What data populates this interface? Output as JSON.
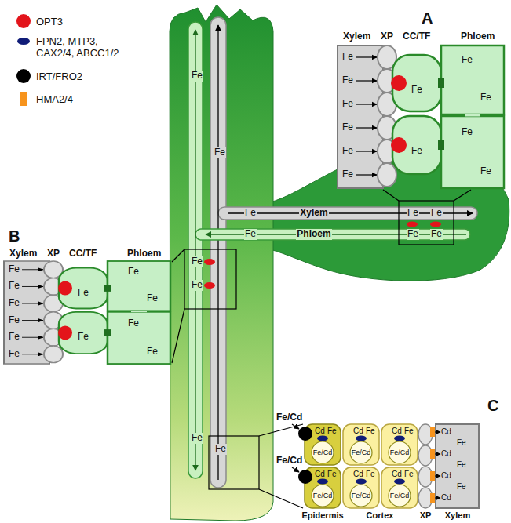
{
  "diagram": {
    "nodes": [
      {
        "text": [
          "Fe",
          "Fe",
          "Fe",
          "Fe",
          "Fe",
          "Fe"
        ]
      },
      {
        "text": [
          "Fe"
        ]
      },
      {
        "text": [
          "Fe"
        ]
      },
      {
        "text": [
          "Fe",
          "Fe"
        ]
      },
      {
        "text": [
          "Fe",
          "Fe"
        ]
      },
      {
        "text": [
          "Fe",
          "Fe",
          "Fe",
          "Fe",
          "Fe",
          "Fe"
        ]
      },
      {
        "text": [
          "Fe"
        ]
      },
      {
        "text": [
          "Fe"
        ]
      },
      {
        "text": [
          "Fe",
          "Fe"
        ]
      },
      {
        "text": [
          "Fe",
          "Fe"
        ]
      },
      {
        "text": [
          "Cd",
          "Fe"
        ]
      },
      {
        "text": [
          "Fe/Cd"
        ],
        "in": 10
      },
      {
        "text": [
          "Cd",
          "Fe"
        ]
      },
      {
        "text": [
          "Fe/Cd"
        ],
        "in": 12
      },
      {
        "text": [
          "Cd",
          "Fe"
        ]
      },
      {
        "text": [
          "Fe/Cd"
        ],
        "in": 14
      },
      {
        "text": [
          "Cd",
          "Fe"
        ]
      },
      {
        "text": [
          "Fe/Cd"
        ],
        "in": 16
      },
      {
        "text": [
          "Cd",
          "Fe"
        ]
      },
      {
        "text": [
          "Fe/Cd"
        ],
        "in": 18
      },
      {
        "text": [
          "Cd",
          "Fe"
        ]
      },
      {
        "text": [
          "Fe/Cd"
        ],
        "in": 20
      },
      {
        "text": [
          "Cd",
          "Fe",
          "Cd",
          "Fe",
          "Cd",
          "Fe",
          "Cd"
        ]
      }
    ],
    "labels": [
      "A",
      "Xylem",
      "XP",
      "CC/TF",
      "Phloem",
      "B",
      "Xylem",
      "XP",
      "CC/TF",
      "Phloem",
      "Fe",
      "Fe",
      "Fe",
      "Xylem",
      "Fe",
      "Phloem",
      "Fe",
      "Fe",
      "Fe",
      "Fe",
      "Fe",
      "Fe",
      "Fe",
      "Fe",
      "C",
      "Fe/Cd",
      "Fe/Cd",
      "Epidermis",
      "Cortex",
      "XP",
      "Xylem"
    ],
    "legend": [
      {
        "text": "OPT3",
        "color": "#e3141b"
      },
      {
        "text": "FPN2, MTP3, CAX2/4, ABCC1/2",
        "color": "#101c78"
      },
      {
        "text": "IRT/FRO2",
        "color": "#000000"
      },
      {
        "text": "HMA2/4",
        "color": "#f7941d"
      }
    ]
  }
}
